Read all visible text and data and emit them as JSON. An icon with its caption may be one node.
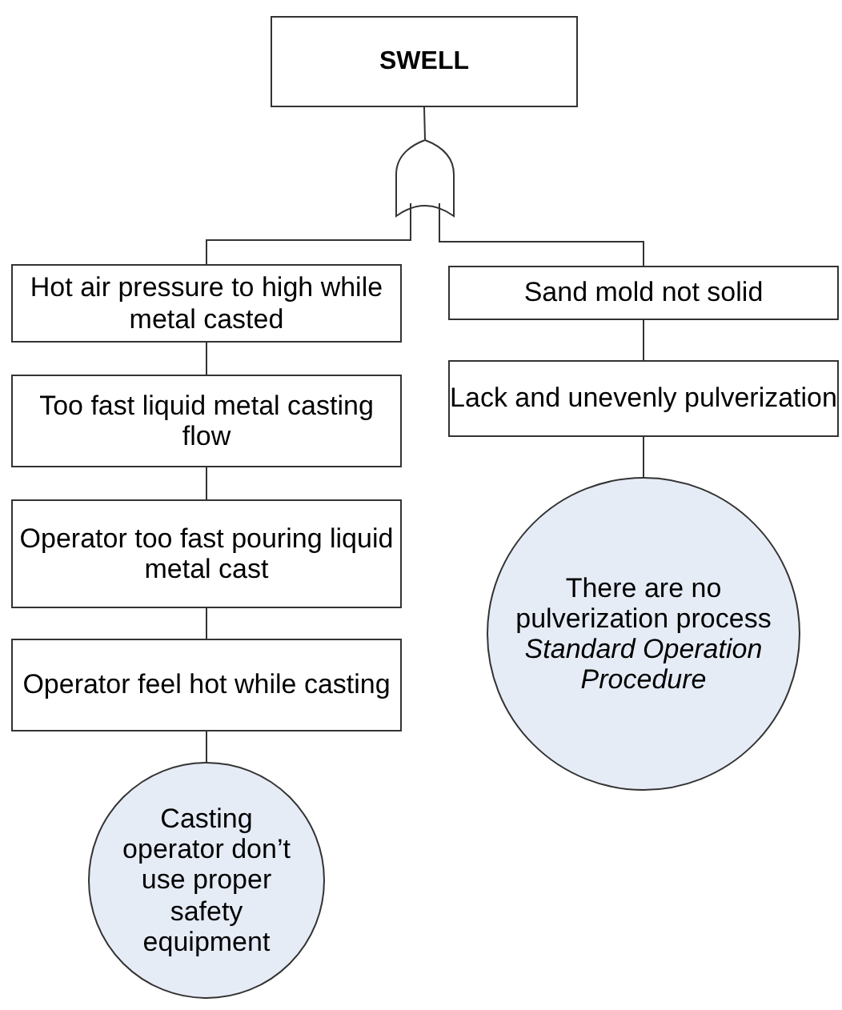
{
  "diagram": {
    "nodes": [
      {
        "text": [
          "SWELL"
        ]
      },
      {
        "text": [],
        "shape": "gate"
      },
      {
        "text": [
          "Hot air pressure to high while metal casted"
        ]
      },
      {
        "text": [
          "Too fast liquid metal casting flow"
        ]
      },
      {
        "text": [
          "Operator too fast pouring liquid metal cast"
        ]
      },
      {
        "text": [
          "Operator feel hot while casting"
        ]
      },
      {
        "text": [
          "Casting operator don’t use proper safety equipment"
        ]
      },
      {
        "text": [
          "Sand mold not solid"
        ]
      },
      {
        "text": [
          "Lack and unevenly pulverization"
        ]
      },
      {
        "text": [
          "There are no pulverization process  *Standard Operation Procedure*"
        ]
      }
    ],
    "edges": [
      {
        "from": 0,
        "to": 1,
        "arrow": "none"
      },
      {
        "from": 1,
        "to": 2,
        "arrow": "none"
      },
      {
        "from": 1,
        "to": 7,
        "arrow": "none"
      },
      {
        "from": 2,
        "to": 3,
        "arrow": "none"
      },
      {
        "from": 3,
        "to": 4,
        "arrow": "none"
      },
      {
        "from": 4,
        "to": 5,
        "arrow": "none"
      },
      {
        "from": 5,
        "to": 6,
        "arrow": "none"
      },
      {
        "from": 7,
        "to": 8,
        "arrow": "none"
      },
      {
        "from": 8,
        "to": 9,
        "arrow": "none"
      }
    ]
  }
}
